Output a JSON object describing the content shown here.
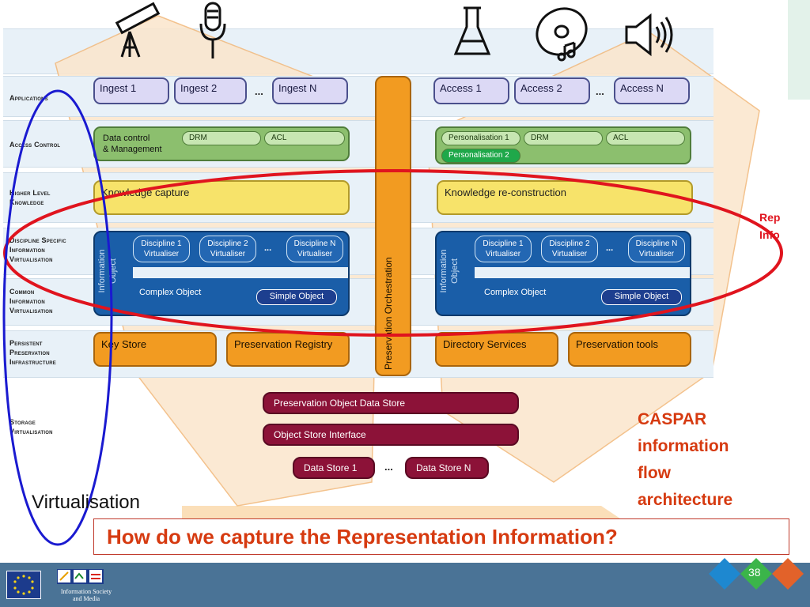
{
  "layers": {
    "applications": "Applications",
    "access_control": "Access Control",
    "higher_level_knowledge": [
      "Higher Level",
      "Knowledge"
    ],
    "discipline_specific": [
      "Discipline Specific",
      "Information",
      "Virtualisation"
    ],
    "common_information": [
      "Common",
      "Information",
      "Virtualisation"
    ],
    "persistent_preservation": [
      "Persistent",
      "Preservation",
      "Infrastructure"
    ],
    "storage_virtualisation": [
      "Storage",
      "Virtualisation"
    ]
  },
  "ingest": [
    "Ingest 1",
    "Ingest 2",
    "Ingest N"
  ],
  "access": [
    "Access 1",
    "Access 2",
    "Access N"
  ],
  "ellipsis": "...",
  "access_control_left": {
    "main": [
      "Data control",
      "& Management"
    ],
    "drm": "DRM",
    "acl": "ACL"
  },
  "access_control_right": {
    "personalisation1": "Personalisation 1",
    "personalisation2": "Personalisation 2",
    "drm": "DRM",
    "acl": "ACL"
  },
  "knowledge_capture": "Knowledge capture",
  "knowledge_reconstruction": "Knowledge re-construction",
  "virtualisers": [
    [
      "Discipline 1",
      "Virtualiser"
    ],
    [
      "Discipline 2",
      "Virtualiser"
    ],
    [
      "Discipline N",
      "Virtualiser"
    ]
  ],
  "information_object": [
    "Information",
    "Object"
  ],
  "complex_object": "Complex Object",
  "simple_object": "Simple Object",
  "preservation_orchestration": "Preservation Orchestration",
  "infra_left": [
    "Key Store",
    "Preservation Registry"
  ],
  "infra_right": [
    "Directory Services",
    "Preservation tools"
  ],
  "storage": {
    "pods": "Preservation Object Data Store",
    "osi": "Object Store Interface",
    "ds1": "Data Store 1",
    "dsn": "Data Store N"
  },
  "rep_info": [
    "Rep",
    "Info"
  ],
  "caspar_caption": [
    "CASPAR",
    "information",
    "flow",
    "architecture"
  ],
  "virtualisation_label": "Virtualisation",
  "question": "How do we capture the Representation Information?",
  "footer": {
    "ist_line1": "Information Society",
    "ist_line2": "and Media",
    "page_number": "38"
  },
  "colors": {
    "red_outline": "#e0141e",
    "blue_outline": "#1a1ad0",
    "question_text": "#d63a10",
    "footer_bar": "#4a7396"
  },
  "icons": [
    "telescope-icon",
    "microphone-icon",
    "flask-icon",
    "music-disc-icon",
    "speaker-icon",
    "eu-flag-icon"
  ]
}
